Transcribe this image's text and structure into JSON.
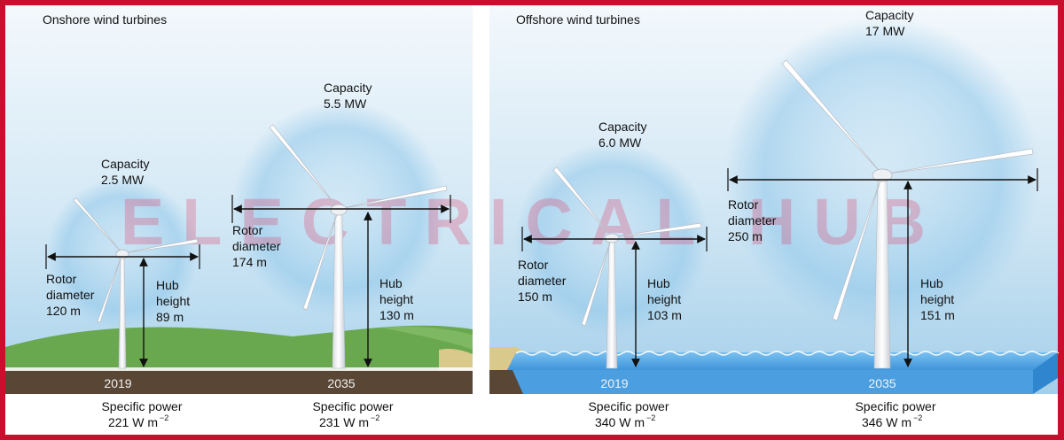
{
  "panels": {
    "onshore": {
      "title": "Onshore wind turbines"
    },
    "offshore": {
      "title": "Offshore wind turbines"
    }
  },
  "watermark": "ELECTRICAL HUB",
  "turbines": [
    {
      "id": "onshore-2019",
      "year": "2019",
      "capacity_label": "Capacity",
      "capacity": "2.5 MW",
      "rotor_label_1": "Rotor",
      "rotor_label_2": "diameter",
      "rotor_diameter": "120 m",
      "hub_label_1": "Hub",
      "hub_label_2": "height",
      "hub_height": "89 m",
      "sp_label": "Specific power",
      "sp_value": "221 W m",
      "sp_exp": "−2"
    },
    {
      "id": "onshore-2035",
      "year": "2035",
      "capacity_label": "Capacity",
      "capacity": "5.5 MW",
      "rotor_label_1": "Rotor",
      "rotor_label_2": "diameter",
      "rotor_diameter": "174 m",
      "hub_label_1": "Hub",
      "hub_label_2": "height",
      "hub_height": "130 m",
      "sp_label": "Specific power",
      "sp_value": "231 W m",
      "sp_exp": "−2"
    },
    {
      "id": "offshore-2019",
      "year": "2019",
      "capacity_label": "Capacity",
      "capacity": "6.0 MW",
      "rotor_label_1": "Rotor",
      "rotor_label_2": "diameter",
      "rotor_diameter": "150 m",
      "hub_label_1": "Hub",
      "hub_label_2": "height",
      "hub_height": "103 m",
      "sp_label": "Specific power",
      "sp_value": "340 W m",
      "sp_exp": "−2"
    },
    {
      "id": "offshore-2035",
      "year": "2035",
      "capacity_label": "Capacity",
      "capacity": "17 MW",
      "rotor_label_1": "Rotor",
      "rotor_label_2": "diameter",
      "rotor_diameter": "250 m",
      "hub_label_1": "Hub",
      "hub_label_2": "height",
      "hub_height": "151 m",
      "sp_label": "Specific power",
      "sp_value": "346 W m",
      "sp_exp": "−2"
    }
  ],
  "colors": {
    "frame": "#c8102e",
    "sky_top": "#eef5fb",
    "sky_bottom": "#a9d3ec",
    "grass": "#6aa84f",
    "soil": "#5a4634",
    "sea": "#4b9fe0",
    "sea_side": "#2f86cf",
    "sand": "#d9c98a"
  }
}
